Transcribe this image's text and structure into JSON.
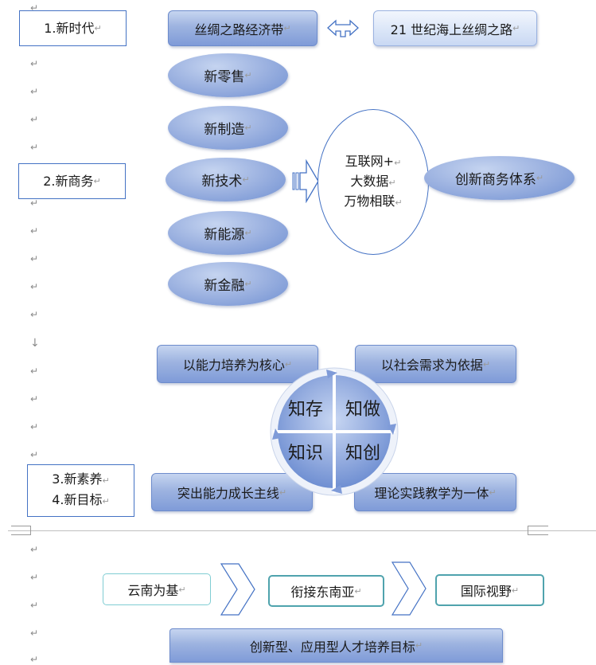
{
  "sections": {
    "s1": "1.新时代",
    "s2": "2.新商务",
    "s3_line1": "3.新素养",
    "s3_line2": "4.新目标"
  },
  "top_row": {
    "left": "丝绸之路经济带",
    "right": "21 世纪海上丝绸之路"
  },
  "new_items": [
    "新零售",
    "新制造",
    "新技术",
    "新能源",
    "新金融"
  ],
  "center_oval": {
    "line1": "互联网+",
    "line2": "大数据",
    "line3": "万物相联"
  },
  "right_oval": "创新商务体系",
  "cycle": {
    "top_left_box": "以能力培养为核心",
    "top_right_box": "以社会需求为依据",
    "bottom_left_box": "突出能力成长主线",
    "bottom_right_box": "理论实践教学为一体",
    "quadrants": [
      "知存",
      "知做",
      "知识",
      "知创"
    ]
  },
  "bottom_row": {
    "items": [
      "云南为基",
      "衔接东南亚",
      "国际视野"
    ],
    "goal": "创新型、应用型人才培养目标"
  },
  "marks": {
    "para": "↵",
    "break": "↓"
  }
}
